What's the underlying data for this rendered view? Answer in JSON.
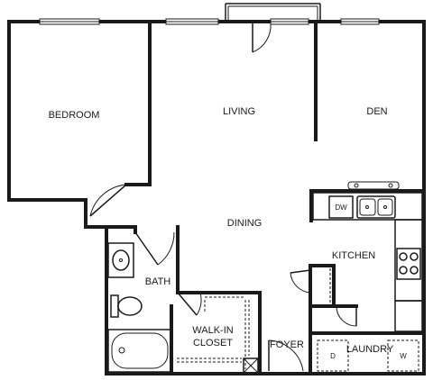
{
  "rooms": {
    "bedroom": "BEDROOM",
    "living": "LIVING",
    "den": "DEN",
    "dining": "DINING",
    "kitchen": "KITCHEN",
    "bath": "BATH",
    "walkin_line1": "WALK-IN",
    "walkin_line2": "CLOSET",
    "foyer": "FOYER",
    "laundry": "LAUNDRY"
  },
  "appliances": {
    "dishwasher": "DW",
    "dryer": "D",
    "washer": "W"
  }
}
